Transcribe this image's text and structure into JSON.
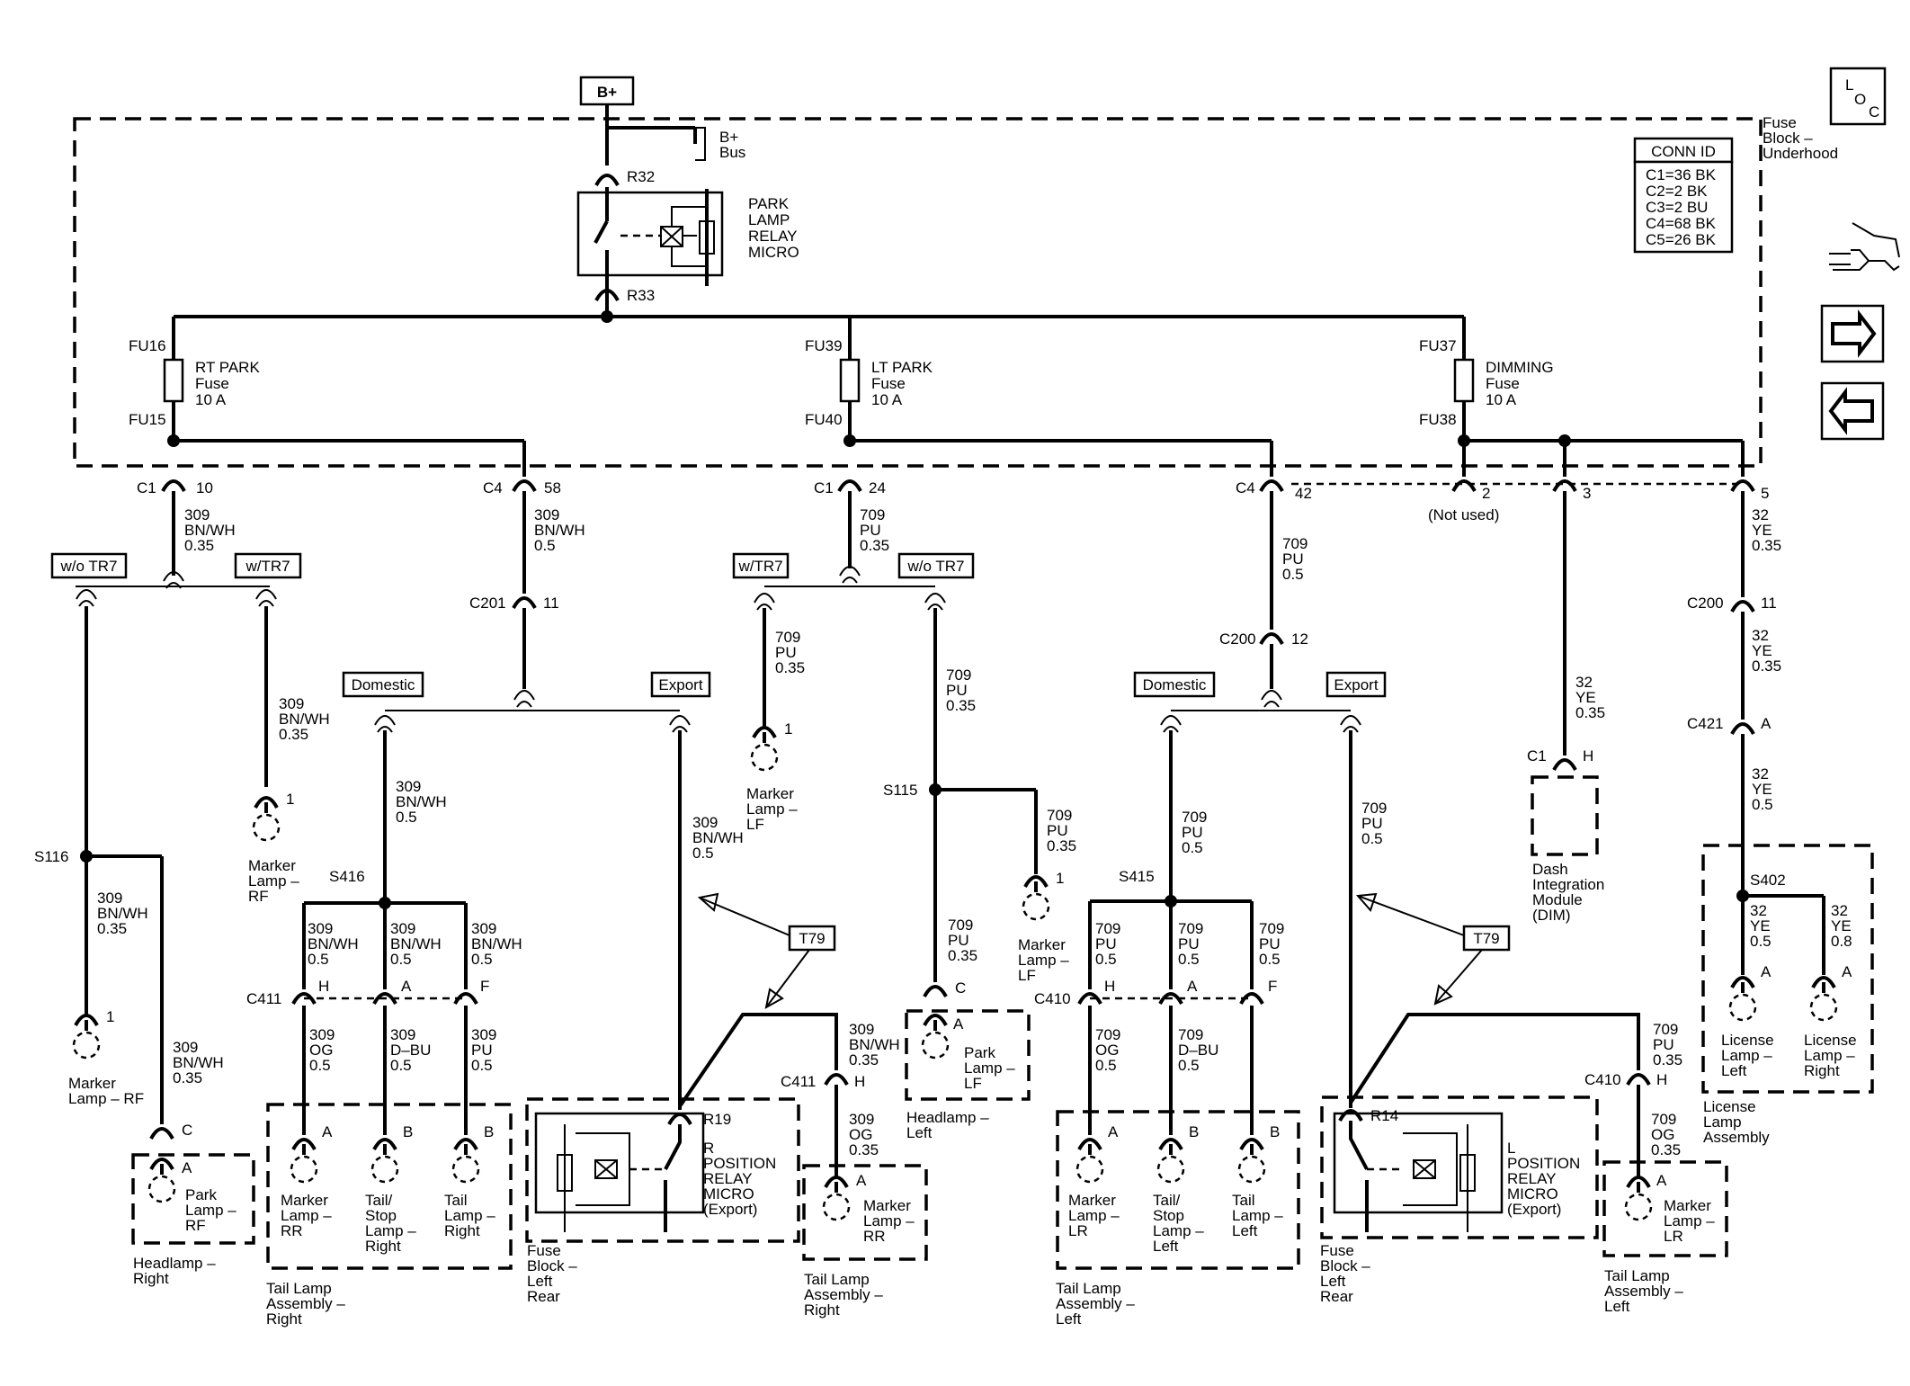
{
  "source": {
    "label": "B+",
    "bus": [
      "B+",
      "Bus"
    ]
  },
  "loc": [
    "L",
    "O",
    "C"
  ],
  "fuse_block": {
    "label": [
      "Fuse",
      "Block –",
      "Underhood"
    ]
  },
  "conn_id": {
    "title": "CONN ID",
    "rows": [
      "C1=36 BK",
      "C2=2 BK",
      "C3=2 BU",
      "C4=68 BK",
      "C5=26 BK"
    ]
  },
  "relay": {
    "top": "R32",
    "bottom": "R33",
    "label": [
      "PARK",
      "LAMP",
      "RELAY",
      "MICRO"
    ]
  },
  "fuses": [
    {
      "top": "FU16",
      "bottom": "FU15",
      "label": [
        "RT PARK",
        "Fuse",
        "10 A"
      ]
    },
    {
      "top": "FU39",
      "bottom": "FU40",
      "label": [
        "LT PARK",
        "Fuse",
        "10 A"
      ]
    },
    {
      "top": "FU37",
      "bottom": "FU38",
      "label": [
        "DIMMING",
        "Fuse",
        "10 A"
      ]
    }
  ],
  "connectors": {
    "c1_10": [
      "C1",
      "10"
    ],
    "c4_58": [
      "C4",
      "58"
    ],
    "c1_24": [
      "C1",
      "24"
    ],
    "c4_42": [
      "C4",
      "42"
    ],
    "p2": "2",
    "not_used": "(Not used)",
    "p3": "3",
    "p5": "5",
    "c201": [
      "C201",
      "11"
    ],
    "c200_12": [
      "C200",
      "12"
    ],
    "c200_11": [
      "C200",
      "11"
    ],
    "c421": [
      "C421",
      "A"
    ],
    "c1h": [
      "C1",
      "H"
    ],
    "c411": "C411",
    "c410": "C410",
    "c411b": "C411",
    "c410b": "C410"
  },
  "options": {
    "wo_tr7_a": "w/o TR7",
    "w_tr7_a": "w/TR7",
    "w_tr7_b": "w/TR7",
    "wo_tr7_b": "w/o TR7",
    "domestic_a": "Domestic",
    "export_a": "Export",
    "domestic_b": "Domestic",
    "export_b": "Export",
    "t79_a": "T79",
    "t79_b": "T79"
  },
  "splices": {
    "s116": "S116",
    "s416": "S416",
    "s115": "S115",
    "s415": "S415",
    "s402": "S402"
  },
  "wires": {
    "w309_035": [
      "309",
      "BN/WH",
      "0.35"
    ],
    "w309_05": [
      "309",
      "BN/WH",
      "0.5"
    ],
    "w709_035": [
      "709",
      "PU",
      "0.35"
    ],
    "w709_05": [
      "709",
      "PU",
      "0.5"
    ],
    "w32_035": [
      "32",
      "YE",
      "0.35"
    ],
    "w32_05": [
      "32",
      "YE",
      "0.5"
    ],
    "w32_08": [
      "32",
      "YE",
      "0.8"
    ],
    "w309_og": [
      "309",
      "OG",
      "0.5"
    ],
    "w309_dbu": [
      "309",
      "D–BU",
      "0.5"
    ],
    "w309_pu": [
      "309",
      "PU",
      "0.5"
    ],
    "w309_og035": [
      "309",
      "OG",
      "0.35"
    ],
    "w709_og": [
      "709",
      "OG",
      "0.5"
    ],
    "w709_dbu": [
      "709",
      "D–BU",
      "0.5"
    ],
    "w709_og035": [
      "709",
      "OG",
      "0.35"
    ]
  },
  "pins": {
    "a": "A",
    "b": "B",
    "c": "C",
    "f": "F",
    "h": "H",
    "one": "1"
  },
  "components": {
    "marker_rf": [
      "Marker",
      "Lamp – RF"
    ],
    "marker_rf2": [
      "Marker",
      "Lamp –",
      "RF"
    ],
    "park_rf": [
      "Park",
      "Lamp –",
      "RF"
    ],
    "headlamp_right": [
      "Headlamp –",
      "Right"
    ],
    "marker_rr": [
      "Marker",
      "Lamp –",
      "RR"
    ],
    "tail_stop_right": [
      "Tail/",
      "Stop",
      "Lamp –",
      "Right"
    ],
    "tail_right": [
      "Tail",
      "Lamp –",
      "Right"
    ],
    "tail_assy_right": [
      "Tail Lamp",
      "Assembly –",
      "Right"
    ],
    "r_relay": [
      "R",
      "POSITION",
      "RELAY",
      "MICRO",
      "(Export)"
    ],
    "r19": "R19",
    "fuse_block_lr": [
      "Fuse",
      "Block –",
      "Left",
      "Rear"
    ],
    "marker_rr2": [
      "Marker",
      "Lamp –",
      "RR"
    ],
    "tail_assy_right2": [
      "Tail Lamp",
      "Assembly –",
      "Right"
    ],
    "marker_lf": [
      "Marker",
      "Lamp –",
      "LF"
    ],
    "marker_lf2": [
      "Marker",
      "Lamp –",
      "LF"
    ],
    "park_lf": [
      "Park",
      "Lamp –",
      "LF"
    ],
    "headlamp_left": [
      "Headlamp –",
      "Left"
    ],
    "marker_lr": [
      "Marker",
      "Lamp –",
      "LR"
    ],
    "tail_stop_left": [
      "Tail/",
      "Stop",
      "Lamp –",
      "Left"
    ],
    "tail_left": [
      "Tail",
      "Lamp –",
      "Left"
    ],
    "tail_assy_left": [
      "Tail Lamp",
      "Assembly –",
      "Left"
    ],
    "l_relay": [
      "L",
      "POSITION",
      "RELAY",
      "MICRO",
      "(Export)"
    ],
    "r14": "R14",
    "fuse_block_lr2": [
      "Fuse",
      "Block –",
      "Left",
      "Rear"
    ],
    "marker_lr2": [
      "Marker",
      "Lamp –",
      "LR"
    ],
    "tail_assy_left2": [
      "Tail Lamp",
      "Assembly –",
      "Left"
    ],
    "dim": [
      "Dash",
      "Integration",
      "Module",
      "(DIM)"
    ],
    "license_left": [
      "License",
      "Lamp –",
      "Left"
    ],
    "license_right": [
      "License",
      "Lamp –",
      "Right"
    ],
    "license_assy": [
      "License",
      "Lamp",
      "Assembly"
    ]
  },
  "nav": {
    "icons": [
      "info-connector-icon",
      "forward-arrow-icon",
      "back-arrow-icon"
    ]
  }
}
